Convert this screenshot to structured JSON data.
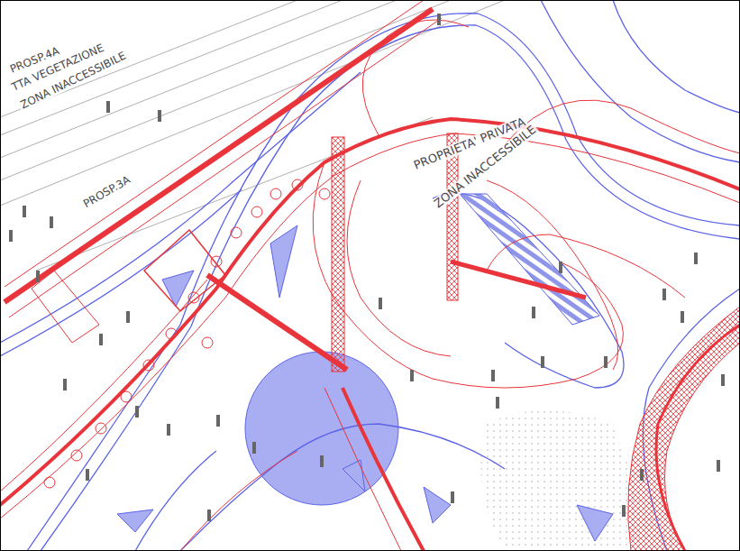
{
  "diagram": {
    "labels": [
      "PROSP.4A",
      "TTA VEGETAZIONE",
      "ZONA INACCESSIBILE",
      "PROSP.3A",
      "PROPRIETA' PRIVATA",
      "ZONA INACCESSIBILE"
    ]
  }
}
